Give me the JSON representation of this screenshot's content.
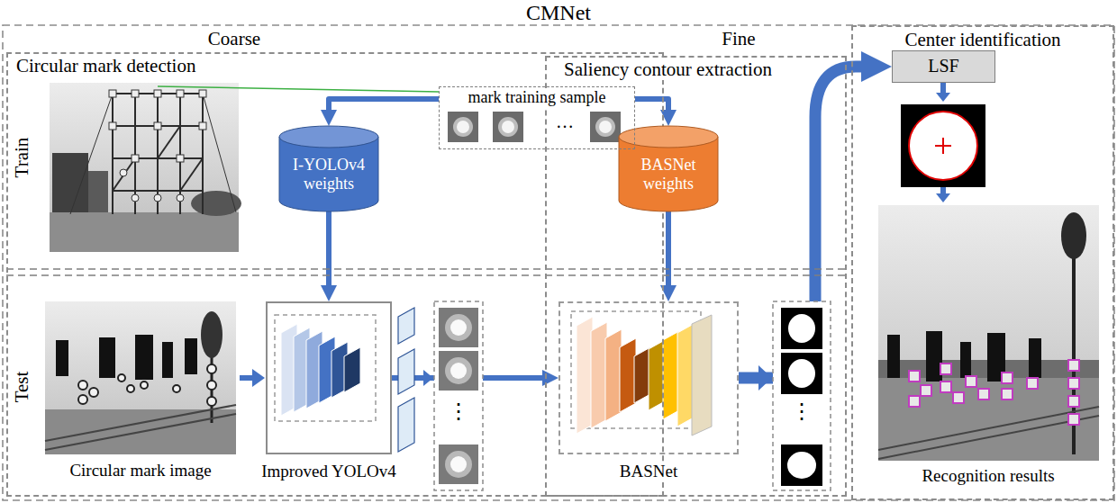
{
  "diagram": {
    "title": "CMNet",
    "nodes": [
      {
        "text": [
          "Circular mark detection"
        ]
      },
      {
        "text": [
          "Saliency contour extraction"
        ]
      },
      {
        "text": [
          "Center identification"
        ]
      },
      {
        "text": [
          "mark training sample",
          "…"
        ]
      },
      {
        "text": [
          "I-YOLOv4 weights"
        ],
        "in": 0
      },
      {
        "text": [
          "BASNet weights"
        ],
        "in": 1
      },
      {
        "text": [
          "Improved YOLOv4"
        ],
        "in": 0
      },
      {
        "text": [
          "BASNet"
        ],
        "in": 1
      },
      {
        "text": [
          "LSF"
        ],
        "in": 2
      }
    ],
    "edges": [
      {
        "from": 3,
        "to": 4,
        "arrow": "to"
      },
      {
        "from": 3,
        "to": 5,
        "arrow": "to"
      },
      {
        "from": 4,
        "to": 6,
        "arrow": "to"
      },
      {
        "from": 5,
        "to": 7,
        "arrow": "to"
      },
      {
        "from": 6,
        "to": 7,
        "arrow": "to"
      },
      {
        "from": 7,
        "to": 8,
        "arrow": "to"
      }
    ],
    "labels": [
      "Coarse",
      "Fine",
      "Train",
      "Test",
      "Circular mark image",
      "⋮",
      "⋮",
      "Recognition results"
    ]
  }
}
